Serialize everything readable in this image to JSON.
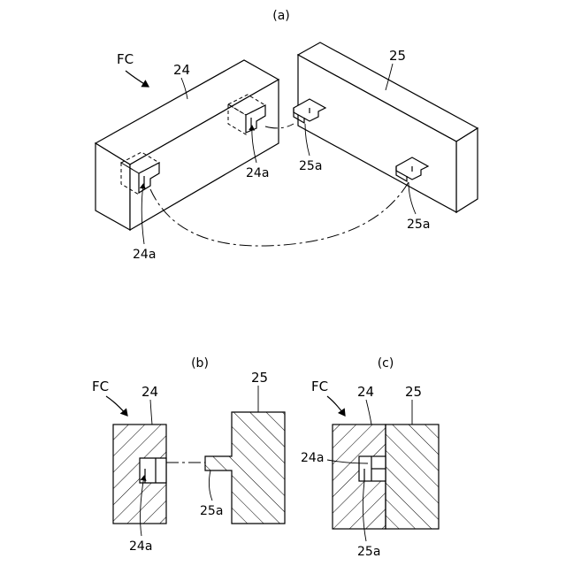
{
  "panel_a": {
    "caption": "(a)",
    "label_fc": "FC",
    "label_24": "24",
    "label_25": "25",
    "label_24a_left": "24a",
    "label_24a_right": "24a",
    "label_25a_top": "25a",
    "label_25a_bottom": "25a"
  },
  "panel_b": {
    "caption": "(b)",
    "label_fc": "FC",
    "label_24": "24",
    "label_25": "25",
    "label_24a": "24a",
    "label_25a": "25a"
  },
  "panel_c": {
    "caption": "(c)",
    "label_fc": "FC",
    "label_24": "24",
    "label_25": "25",
    "label_24a": "24a",
    "label_25a": "25a"
  }
}
